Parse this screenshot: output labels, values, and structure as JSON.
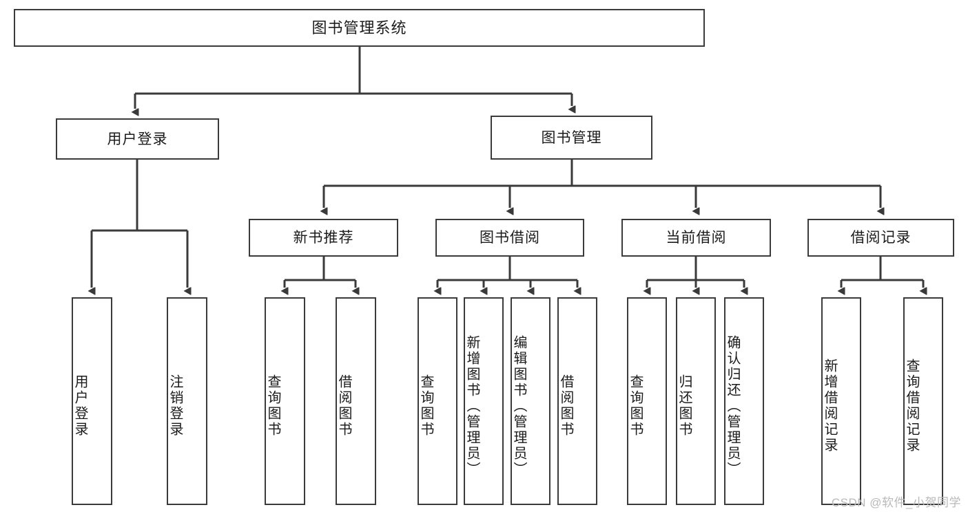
{
  "diagram": {
    "title": "图书管理系统",
    "type": "tree-hierarchy",
    "watermark": "CSDN @软件_小贺同学",
    "stroke_color": "#3a3a3a",
    "background_color": "#ffffff",
    "text_color": "#1b1b1b"
  },
  "nodes": {
    "root": {
      "label": "图书管理系统",
      "level": 1
    },
    "level2": [
      {
        "id": "user-login",
        "label": "用户登录"
      },
      {
        "id": "book-manage",
        "label": "图书管理"
      }
    ],
    "level3": [
      {
        "id": "new-book-rec",
        "label": "新书推荐",
        "parent": "book-manage"
      },
      {
        "id": "book-borrow",
        "label": "图书借阅",
        "parent": "book-manage"
      },
      {
        "id": "current-borrow",
        "label": "当前借阅",
        "parent": "book-manage"
      },
      {
        "id": "borrow-record",
        "label": "借阅记录",
        "parent": "book-manage"
      }
    ],
    "leaves": {
      "user-login": [
        {
          "id": "leaf-user-login",
          "label": "用户登录"
        },
        {
          "id": "leaf-user-logout",
          "label": "注销登录"
        }
      ],
      "new-book-rec": [
        {
          "id": "leaf-query-book-1",
          "label": "查询图书"
        },
        {
          "id": "leaf-borrow-book-1",
          "label": "借阅图书"
        }
      ],
      "book-borrow": [
        {
          "id": "leaf-query-book-2",
          "label": "查询图书"
        },
        {
          "id": "leaf-add-book",
          "label": "新增图书（管理员）"
        },
        {
          "id": "leaf-edit-book",
          "label": "编辑图书（管理员）"
        },
        {
          "id": "leaf-borrow-book-2",
          "label": "借阅图书"
        }
      ],
      "current-borrow": [
        {
          "id": "leaf-query-book-3",
          "label": "查询图书"
        },
        {
          "id": "leaf-return-book",
          "label": "归还图书"
        },
        {
          "id": "leaf-confirm-return",
          "label": "确认归还（管理员）"
        }
      ],
      "borrow-record": [
        {
          "id": "leaf-add-record",
          "label": "新增借阅记录"
        },
        {
          "id": "leaf-query-record",
          "label": "查询借阅记录"
        }
      ]
    }
  }
}
